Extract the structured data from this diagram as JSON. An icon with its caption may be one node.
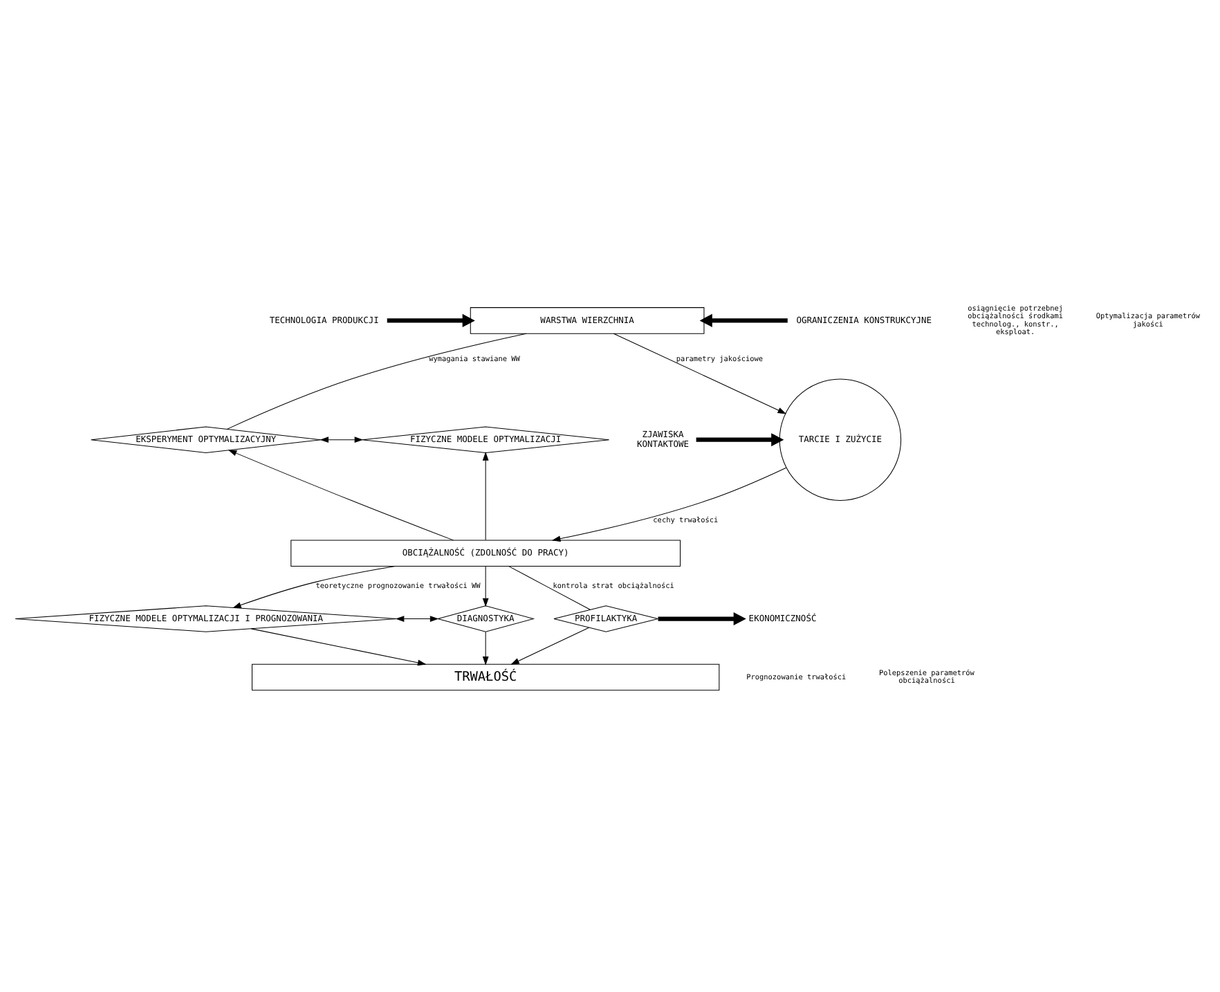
{
  "diagram": {
    "nodes": [
      {
        "text": [
          "TECHNOLOGIA PRODUKCJI"
        ]
      },
      {
        "text": [
          "WARSTWA WIERZCHNIA"
        ]
      },
      {
        "text": [
          "OGRANICZENIA KONSTRUKCYJNE"
        ]
      },
      {
        "text": [
          "ZJAWISKA",
          "KONTAKTOWE"
        ]
      },
      {
        "text": [
          "TARCIE I ZUŻYCIE"
        ]
      },
      {
        "text": [
          "EKSPERYMENT OPTYMALIZACYJNY"
        ]
      },
      {
        "text": [
          "FIZYCZNE MODELE OPTYMALIZACJI"
        ]
      },
      {
        "text": [
          "OBCIĄŻALNOŚĆ (ZDOLNOŚĆ DO PRACY)"
        ]
      },
      {
        "text": [
          "FIZYCZNE MODELE OPTYMALIZACJI I PROGNOZOWANIA"
        ]
      },
      {
        "text": [
          "DIAGNOSTYKA"
        ]
      },
      {
        "text": [
          "PROFILAKTYKA"
        ]
      },
      {
        "text": [
          "TRWAŁOŚĆ"
        ]
      },
      {
        "text": [
          "EKONOMICZNOŚĆ"
        ]
      }
    ],
    "edges": [
      {
        "from": 0,
        "to": 1,
        "arrow": "to",
        "style": "thick"
      },
      {
        "from": 2,
        "to": 1,
        "arrow": "to",
        "style": "thick"
      },
      {
        "from": 3,
        "to": 4,
        "arrow": "to",
        "style": "thick"
      },
      {
        "from": 1,
        "to": 4,
        "arrow": "to",
        "label": "parametry jakościowe"
      },
      {
        "from": 1,
        "to": 5,
        "arrow": "none",
        "label": "wymagania stawiane WW"
      },
      {
        "from": 5,
        "to": 6,
        "arrow": "both"
      },
      {
        "from": 4,
        "to": 7,
        "arrow": "to",
        "label": "cechy trwałości"
      },
      {
        "from": 7,
        "to": 5,
        "arrow": "to"
      },
      {
        "from": 7,
        "to": 6,
        "arrow": "to"
      },
      {
        "from": 7,
        "to": 8,
        "arrow": "to",
        "label": "teoretyczne prognozowanie trwałości WW"
      },
      {
        "from": 7,
        "to": 9,
        "arrow": "to"
      },
      {
        "from": 8,
        "to": 9,
        "arrow": "both"
      },
      {
        "from": 7,
        "to": 10,
        "arrow": "none",
        "label": "kontrola strat obciążalności"
      },
      {
        "from": 8,
        "to": 11,
        "arrow": "to"
      },
      {
        "from": 9,
        "to": 11,
        "arrow": "to"
      },
      {
        "from": 10,
        "to": 11,
        "arrow": "to"
      },
      {
        "from": 10,
        "to": 12,
        "arrow": "to",
        "style": "thick"
      }
    ],
    "labels": [
      "osiągnięcie potrzebnej obciążalności środkami technolog., konstr., eksploat.",
      "Optymalizacja parametrów jakości",
      "Prognozowanie trwałości",
      "Polepszenie parametrów obciążalności"
    ]
  }
}
